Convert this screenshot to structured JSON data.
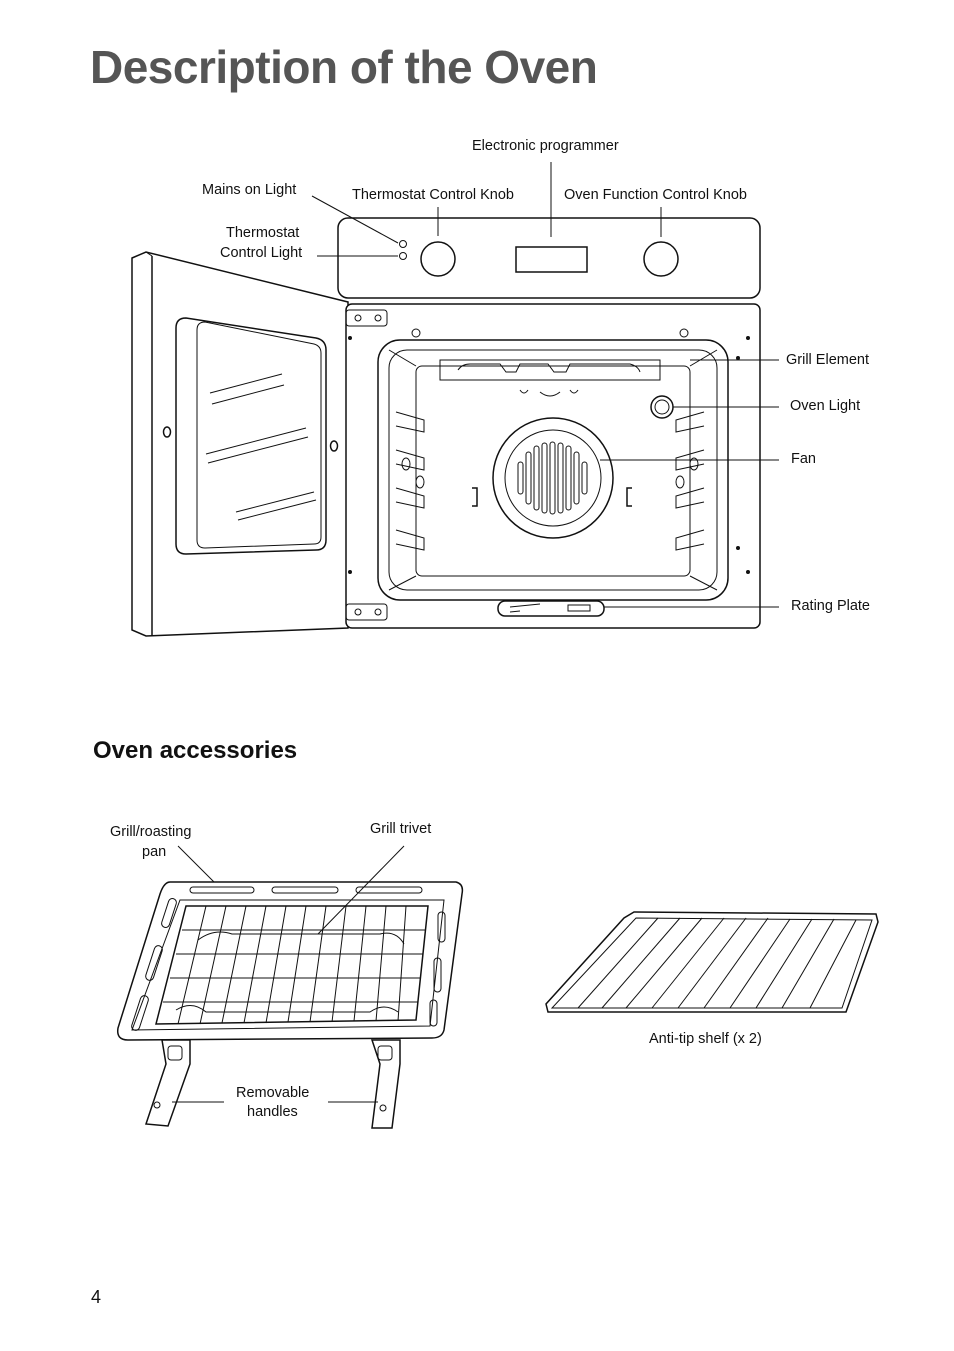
{
  "page": {
    "title": "Description of the Oven",
    "subtitle": "Oven accessories",
    "page_number": "4"
  },
  "oven_labels": {
    "electronic_programmer": "Electronic programmer",
    "mains_on_light": "Mains on Light",
    "thermostat_control_knob": "Thermostat Control Knob",
    "oven_function_control_knob": "Oven Function Control Knob",
    "thermostat_control_light_1": "Thermostat",
    "thermostat_control_light_2": "Control Light",
    "grill_element": "Grill Element",
    "oven_light": "Oven Light",
    "fan": "Fan",
    "rating_plate": "Rating Plate"
  },
  "accessory_labels": {
    "grill_roasting_pan_1": "Grill/roasting",
    "grill_roasting_pan_2": "pan",
    "grill_trivet": "Grill trivet",
    "removable_handles_1": "Removable",
    "removable_handles_2": "handles",
    "anti_tip_shelf": "Anti-tip shelf (x 2)"
  }
}
